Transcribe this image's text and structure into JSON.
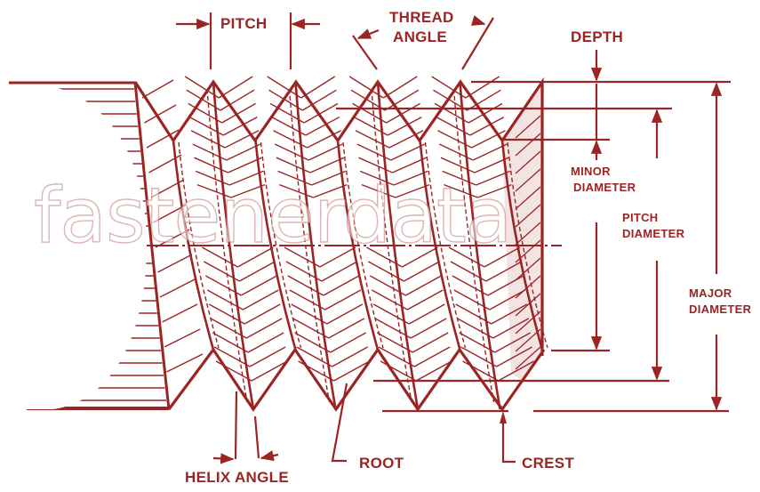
{
  "diagram": {
    "subject": "Screw thread terminology",
    "stroke_color": "#9b2424",
    "watermark": "fastenerdata",
    "labels": {
      "pitch": "PITCH",
      "thread_angle_line1": "THREAD",
      "thread_angle_line2": "ANGLE",
      "depth": "DEPTH",
      "minor_diameter_line1": "MINOR",
      "minor_diameter_line2": "DIAMETER",
      "pitch_diameter_line1": "PITCH",
      "pitch_diameter_line2": "DIAMETER",
      "major_diameter_line1": "MAJOR",
      "major_diameter_line2": "DIAMETER",
      "helix_angle": "HELIX ANGLE",
      "root": "ROOT",
      "crest": "CREST"
    },
    "thread_count_visible": 5
  }
}
